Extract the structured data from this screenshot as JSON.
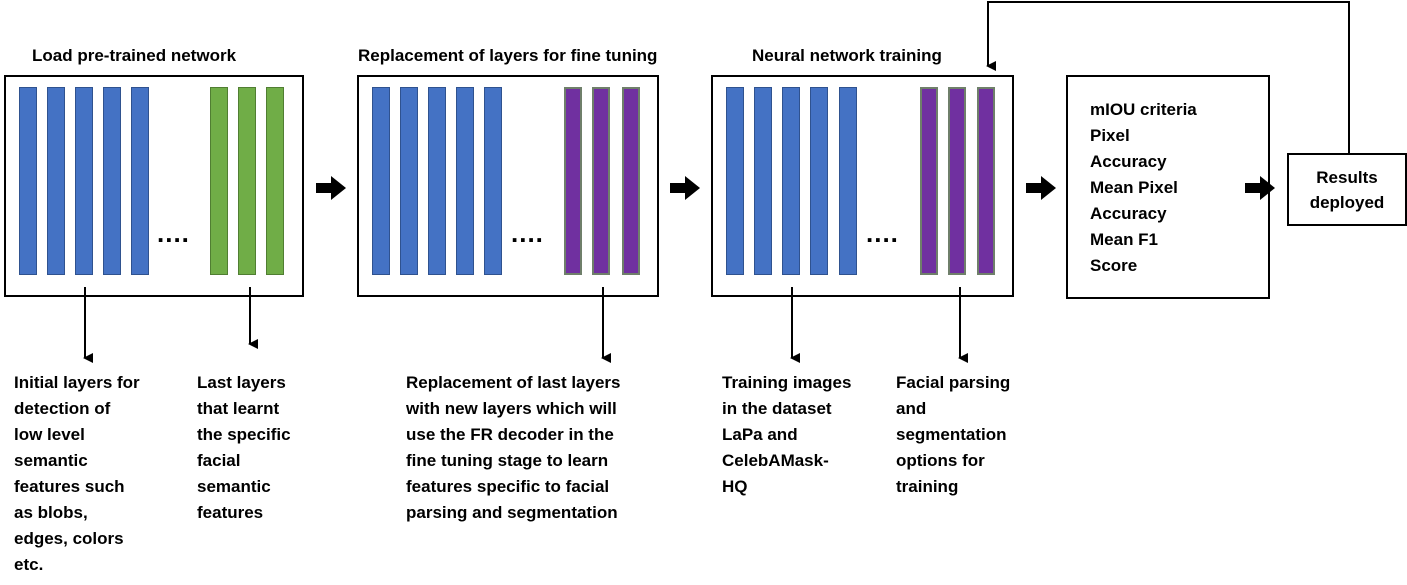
{
  "stages": [
    {
      "title": "Load pre-trained network"
    },
    {
      "title": "Replacement of layers for fine tuning"
    },
    {
      "title": "Neural network training"
    }
  ],
  "dots": "....",
  "descriptions": {
    "initial_layers": [
      "Initial layers for",
      "detection of",
      "low level",
      "semantic",
      "features such",
      "as blobs,",
      "edges, colors",
      "etc."
    ],
    "last_layers": [
      "Last layers",
      "that learnt",
      "the specific",
      "facial",
      "semantic",
      "features"
    ],
    "replacement": [
      "Replacement of last layers",
      "with new layers which will",
      "use the FR decoder in the",
      "fine tuning stage to learn",
      "features specific to facial",
      "parsing and segmentation"
    ],
    "training_images": [
      "Training images",
      "in the dataset",
      "LaPa and",
      "CelebAMask-",
      "HQ"
    ],
    "facial_parsing": [
      "Facial parsing",
      "and",
      "segmentation",
      "options for",
      "training"
    ]
  },
  "metrics": [
    "mIOU criteria",
    "Pixel",
    "Accuracy",
    "Mean Pixel",
    "Accuracy",
    "Mean F1",
    "Score"
  ],
  "results": [
    "Results",
    "deployed"
  ],
  "colors": {
    "blue_layer": "#4472c4",
    "green_layer": "#70ad47",
    "purple_layer": "#7030a0"
  }
}
